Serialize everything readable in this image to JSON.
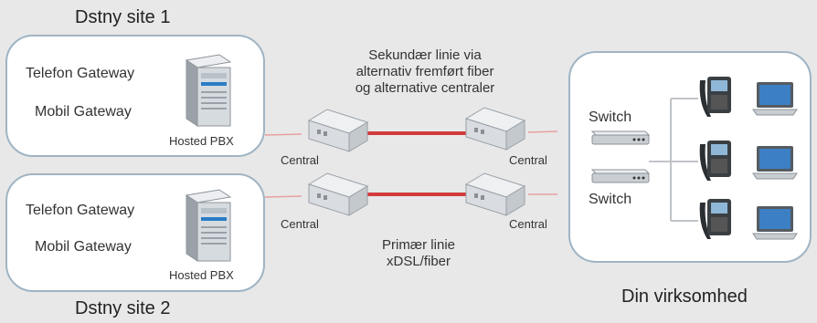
{
  "sites": [
    {
      "title": "Dstny site 1",
      "gateway1": "Telefon Gateway",
      "gateway2": "Mobil Gateway",
      "server": "Hosted PBX"
    },
    {
      "title": "Dstny site 2",
      "gateway1": "Telefon Gateway",
      "gateway2": "Mobil Gateway",
      "server": "Hosted PBX"
    }
  ],
  "secondary_line": [
    "Sekundær linie via",
    "alternativ fremført fiber",
    "og alternative centraler"
  ],
  "primary_line": [
    "Primær linie",
    "xDSL/fiber"
  ],
  "central_label": "Central",
  "business": {
    "title": "Din virksomhed",
    "switch_label": "Switch"
  },
  "colors": {
    "link": "#d23b3b",
    "box_border": "#9fb4c4"
  }
}
